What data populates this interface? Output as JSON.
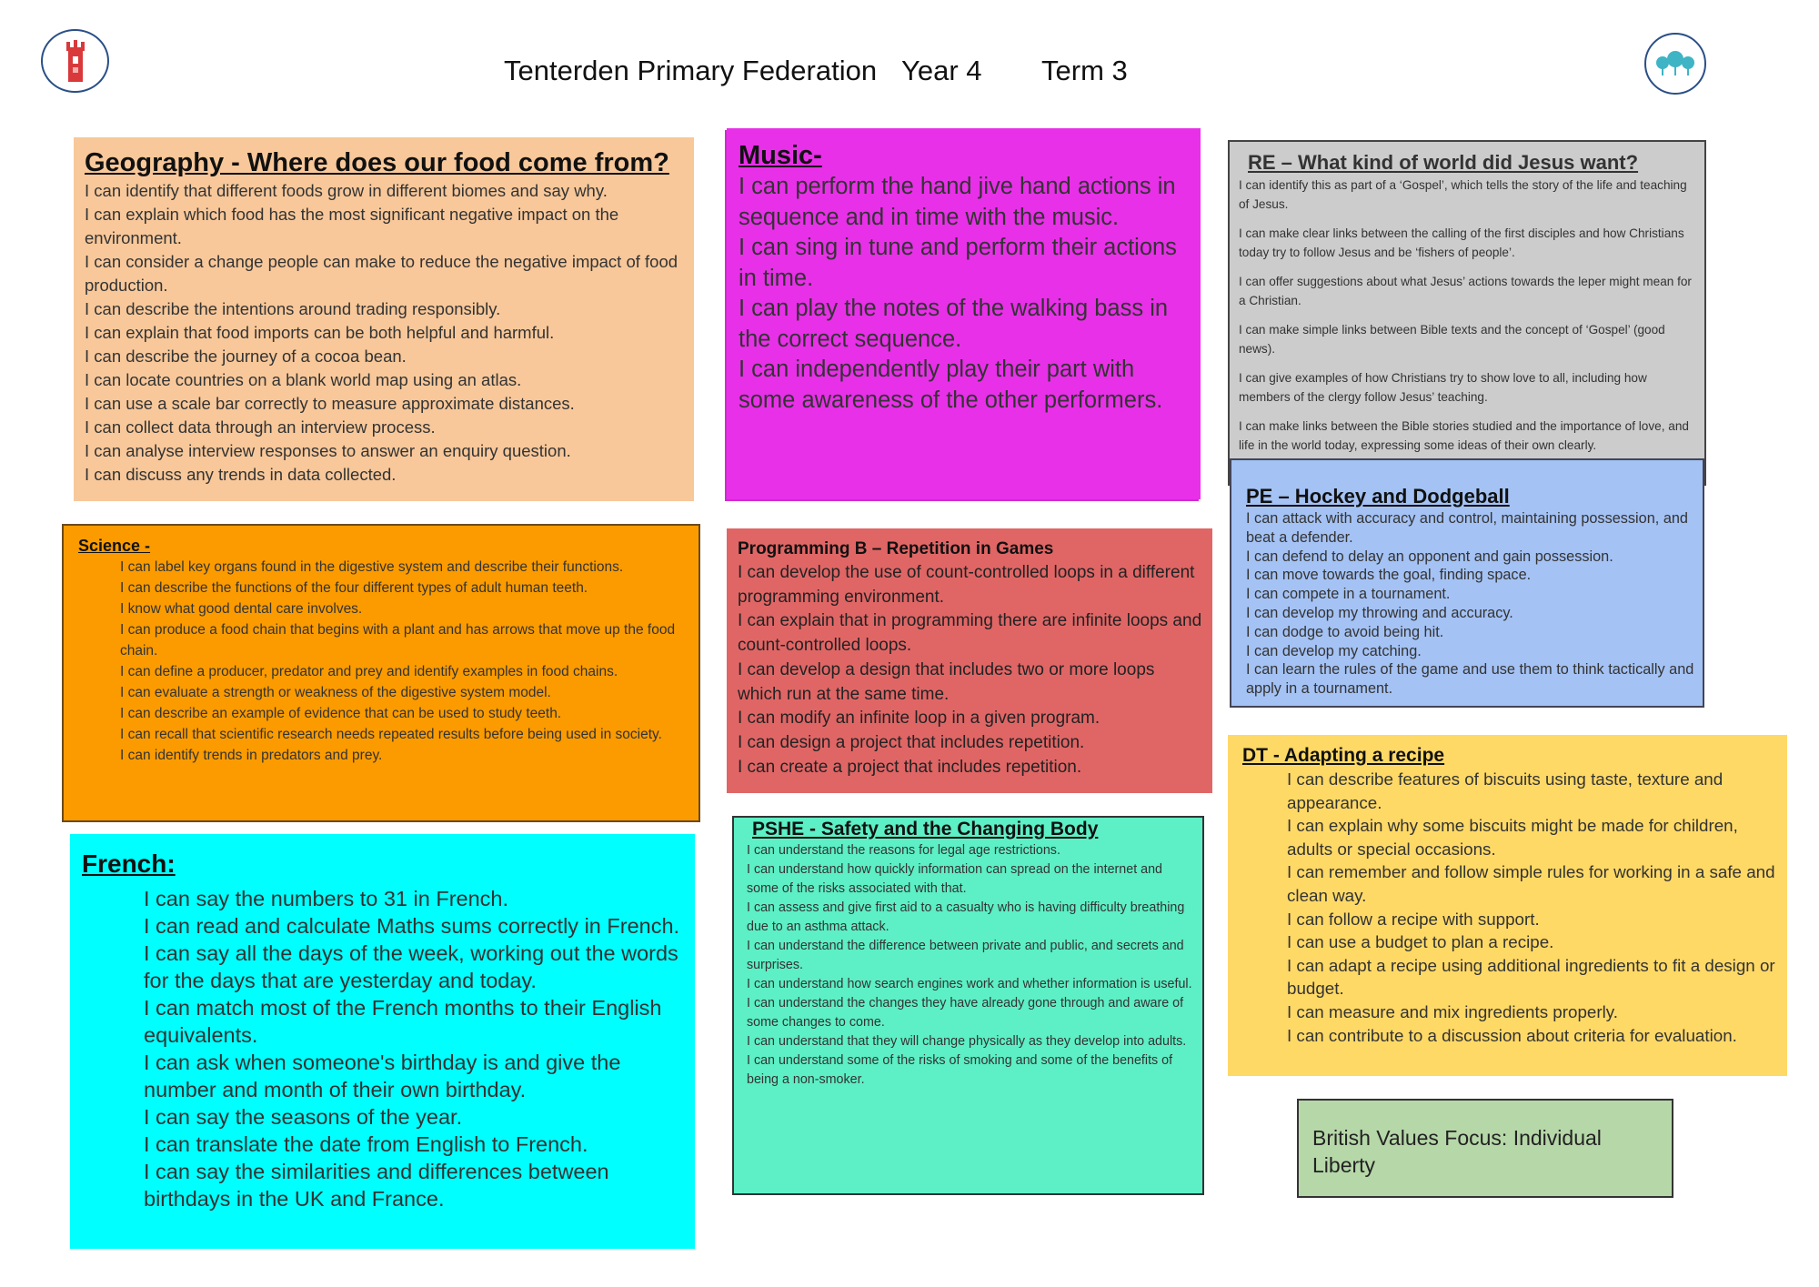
{
  "header": {
    "school": "Tenterden Primary Federation",
    "year": "Year 4",
    "term": "Term 3"
  },
  "logos": {
    "left": "church-tower-logo",
    "right": "trees-logo"
  },
  "colors": {
    "geography": "#f8c89a",
    "science": "#fb9b00",
    "french": "#00ffff",
    "music": "#e830e8",
    "programming": "#e06666",
    "pshe": "#5defc5",
    "re": "#cccccc",
    "pe": "#a4c2f4",
    "dt": "#ffd966",
    "british_values": "#b6d7a8"
  },
  "geography": {
    "title": "Geography - Where does our food come from?",
    "items": [
      "I can identify that different foods grow in different biomes and say why.",
      "I can explain which food has the most significant negative impact on the environment.",
      "I can consider a change people can make to reduce the negative impact of food production.",
      "I can describe the intentions around trading responsibly.",
      "I can explain that food imports can be both helpful and harmful.",
      "I can describe the journey of a cocoa bean.",
      "I can locate countries on a blank world map using an atlas.",
      "I can use a scale bar correctly to measure approximate distances.",
      "I can collect data through an interview process.",
      "I can analyse interview responses to answer an enquiry question.",
      "I can discuss any trends in data collected."
    ]
  },
  "science": {
    "title": "Science -",
    "items": [
      "I can label key organs found in the digestive system and describe their functions.",
      "I can describe the functions of the four different types of adult human teeth.",
      "I know what good dental care involves.",
      "I can produce a food chain that begins with a plant and has arrows that move up the food chain.",
      "I can define a producer, predator and prey and identify examples in food chains.",
      "I can evaluate a strength or weakness of the digestive system model.",
      "I can describe an example of evidence that can be used to study teeth.",
      "I can recall that scientific research needs repeated results before being used in society.",
      "I can identify trends in predators and prey."
    ]
  },
  "french": {
    "title": "French:",
    "items": [
      "I can say the numbers to 31 in French.",
      "I can read and calculate Maths sums correctly in French.",
      "I can say all the days of the week, working out the words for the days that are yesterday and today.",
      "I can match most of the French months to their English equivalents.",
      "I can ask when someone's birthday is and give the number and month of their own birthday.",
      "I can say the seasons of the year.",
      "I can translate the date from English to French.",
      "I can say the similarities and differences between birthdays in the UK and France."
    ]
  },
  "music": {
    "title": "Music-",
    "items": [
      "I can perform the hand jive hand actions in sequence and in time with the music.",
      "I can sing in tune and perform their actions in time.",
      "I can play the notes of the walking bass in the correct sequence.",
      "I can independently play their part with some awareness of the other performers."
    ]
  },
  "programming": {
    "title": "Programming B – Repetition in Games",
    "items": [
      "I can develop the use of count-controlled loops in a different programming environment.",
      "I can explain that in programming there are infinite loops and count-controlled loops.",
      "I can develop a design that includes two or more loops which run at the same time.",
      "I can modify an infinite loop in a given program.",
      "I can design a project that includes repetition.",
      "I can create a project that includes repetition."
    ]
  },
  "pshe": {
    "title": "PSHE - Safety and the Changing Body",
    "items": [
      "I can understand the reasons for legal age restrictions.",
      "I can understand how quickly information can spread on the internet and some of the risks associated with that.",
      "I can assess and give first aid to a casualty who is having difficulty breathing due to an asthma attack.",
      "I can understand the difference between private and public, and secrets and surprises.",
      "I can understand how search engines work and whether information is useful.",
      "I can understand the changes they have already gone through and aware of some changes to come.",
      "I can understand that they will change physically as they develop into adults.",
      "I can understand some of the risks of smoking and some of the benefits of being a non-smoker."
    ]
  },
  "re": {
    "title": "RE – What kind of world did Jesus want?",
    "items": [
      "I can identify this as part of a ‘Gospel’, which tells the story of the life and teaching of Jesus.",
      "I can make clear links between the calling of the first disciples and how Christians today try to follow Jesus and be ‘fishers of people’.",
      "I can offer suggestions about what Jesus’ actions towards the leper might mean for a Christian.",
      "I can make simple links between Bible texts and the concept of ‘Gospel’ (good news).",
      "I can give examples of how Christians try to show love to all, including how members of the clergy follow Jesus’ teaching.",
      "I can make links between the Bible stories studied and the importance of love, and life in the world today, expressing some ideas of their own clearly."
    ]
  },
  "pe": {
    "title": "PE –  Hockey and Dodgeball",
    "items": [
      "I can attack with accuracy and control, maintaining possession, and beat a defender.",
      "I can defend to delay an opponent and gain possession.",
      "I can move towards the goal, finding space.",
      "I can compete in a tournament.",
      "I can develop my throwing and accuracy.",
      "I can dodge to avoid being hit.",
      "I can develop my catching.",
      "I can learn the rules of the game and use them to think tactically and apply in a tournament."
    ]
  },
  "dt": {
    "title": "DT - Adapting a recipe",
    "items": [
      "I can describe features of biscuits using taste, texture and appearance.",
      "I can explain why some biscuits might be made for children, adults or special occasions.",
      "I can remember and follow simple rules for working in a safe and clean way.",
      "I can follow a recipe with support.",
      "I can use a budget to plan a recipe.",
      "I can adapt a recipe using additional ingredients to fit a design or budget.",
      "I can measure and mix ingredients properly.",
      "I can contribute to a discussion about criteria for evaluation."
    ]
  },
  "british_values": {
    "text": "British Values Focus: Individual Liberty"
  }
}
